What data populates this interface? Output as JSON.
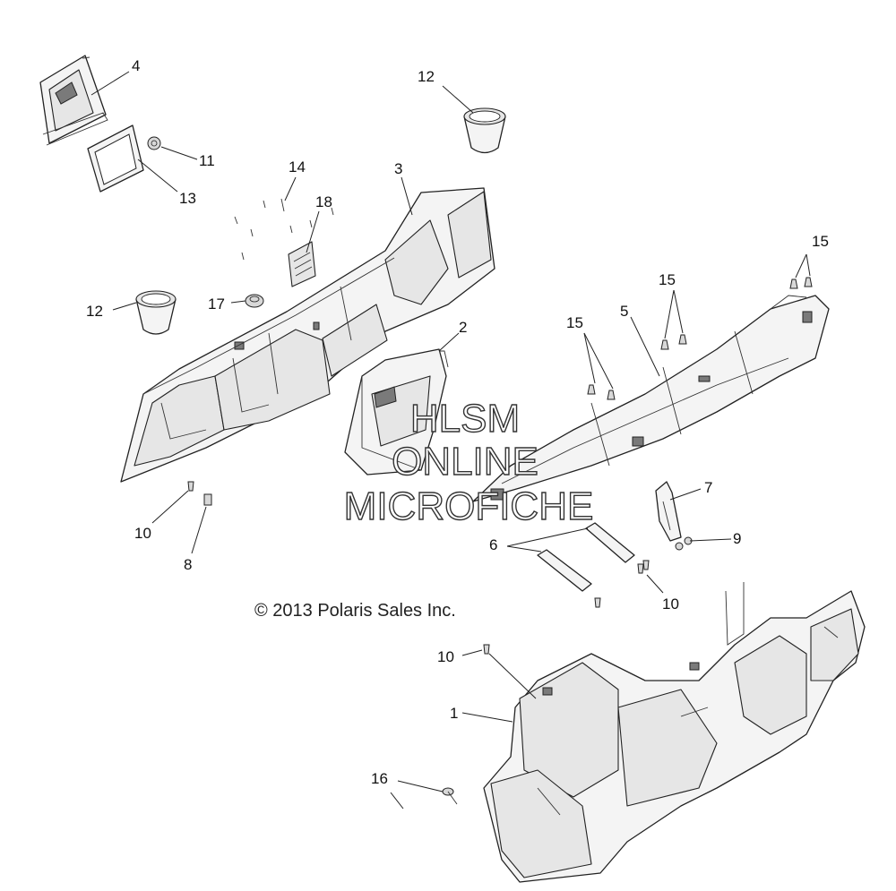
{
  "labels": {
    "l4": "4",
    "l12a": "12",
    "l11": "11",
    "l13": "13",
    "l14": "14",
    "l3": "3",
    "l18": "18",
    "l12b": "12",
    "l17": "17",
    "l2": "2",
    "l15a": "15",
    "l15b": "15",
    "l15c": "15",
    "l5": "5",
    "l7": "7",
    "l9": "9",
    "l6": "6",
    "l10a": "10",
    "l8": "8",
    "l10b": "10",
    "l10c": "10",
    "l1": "1",
    "l16": "16"
  },
  "copyright": "© 2013 Polaris Sales Inc.",
  "watermark": {
    "line1": "HLSM",
    "line2": "ONLINE",
    "line3": "MICROFICHE"
  }
}
